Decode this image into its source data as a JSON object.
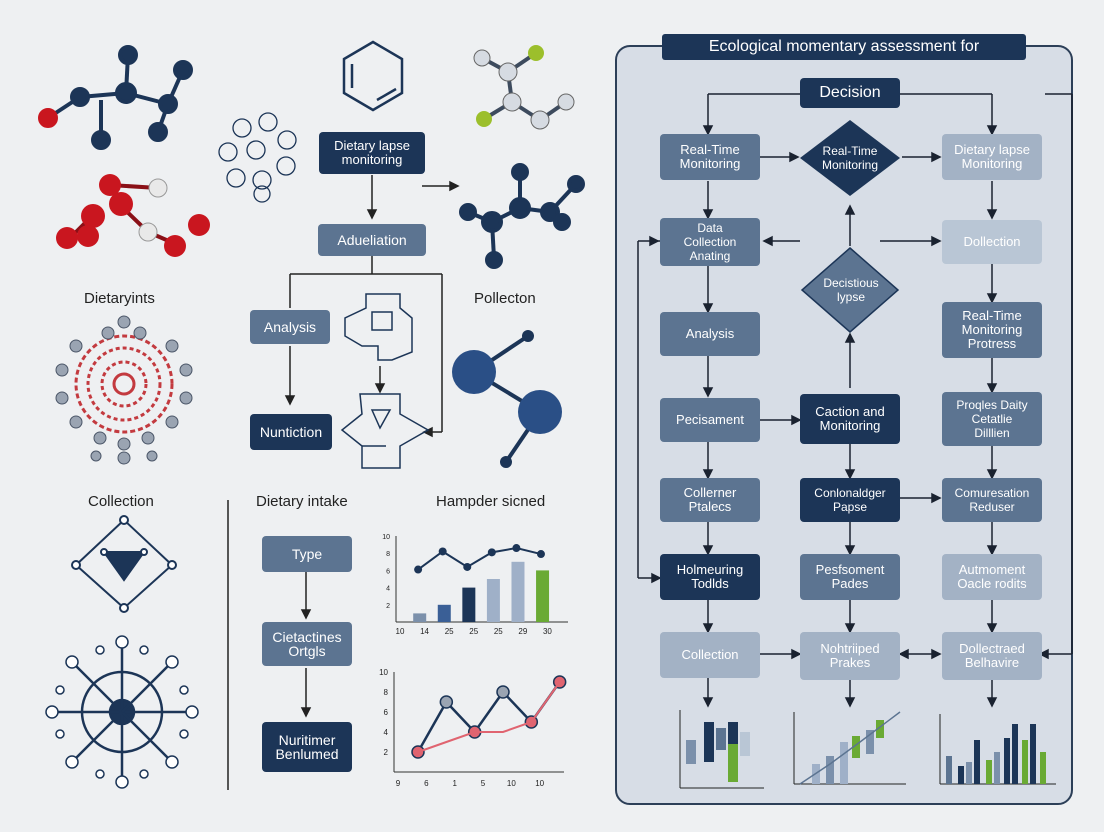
{
  "right_panel": {
    "title": "Ecological momentary assessment for",
    "decision": "Decision",
    "row1": {
      "left": "Real-Time\nMonitoring",
      "center": "Real-Time\nMonitoring",
      "right": "Dietary lapse\nMonitoring"
    },
    "row2": {
      "left": "Data\nCollection\nAnating",
      "right": "Dollection"
    },
    "diamond2": "Decistious\nlypse",
    "row3": {
      "left": "Analysis",
      "right": "Real-Time\nMonitoring\nProtress"
    },
    "row4": {
      "left": "Pecisament",
      "center": "Caction and\nMonitoring",
      "right": "Proqles Daity\nCetatlie\nDilllien"
    },
    "row5": {
      "left": "Collerner\nPtalecs",
      "center": "Conlonaldger\nPapse",
      "right": "Comuresation\nReduser"
    },
    "row6": {
      "left": "Holmeuring\nTodlds",
      "center": "Pesfsoment\nPades",
      "right": "Autmoment\nOacle rodits"
    },
    "row7": {
      "left": "Collection",
      "center": "Nohtriiped\nPrakes",
      "right": "Dollectraed\nBelhavire"
    }
  },
  "middle": {
    "top_box": "Dietary lapse\nmonitoring",
    "adu_box": "Adueliation",
    "analysis_box": "Analysis",
    "nutrition_box": "Nuntiction",
    "dietary_intake_label": "Dietary intake",
    "type_box": "Type",
    "cieta_box": "Cietactines\nOrtgls",
    "nuri_box": "Nuritimer\nBenlumed",
    "hampder_label": "Hampder sicned"
  },
  "left": {
    "dietary_label": "Dietaryints",
    "collection_label": "Collection",
    "pollecton_label": "Pollecton"
  },
  "chart_data": [
    {
      "type": "bar",
      "categories": [
        "10",
        "14",
        "25",
        "25",
        "25",
        "29",
        "30"
      ],
      "series": [
        {
          "values": [
            1,
            2,
            4,
            5,
            7,
            6
          ]
        }
      ],
      "line_overlay": [
        {
          "x": "14",
          "y": 6.1
        },
        {
          "x": "25",
          "y": 8.2
        },
        {
          "x": "25",
          "y": 6.4
        },
        {
          "x": "25",
          "y": 8.1
        },
        {
          "x": "29",
          "y": 8.6
        },
        {
          "x": "30",
          "y": 7.9
        }
      ],
      "ytick_labels": [
        "10",
        "8",
        "6",
        "4",
        "2"
      ],
      "colors": [
        "#7b90ab",
        "#3a5f96",
        "#1c3557",
        "#9fb0c8",
        "#9fb0c8",
        "#6aaa34"
      ]
    },
    {
      "type": "line",
      "x": [
        "9",
        "6",
        "1",
        "5",
        "10",
        "10"
      ],
      "series": [
        {
          "values": [
            2,
            7,
            4,
            8,
            5,
            9
          ]
        },
        {
          "values": [
            2,
            3,
            4,
            4,
            5,
            9
          ]
        }
      ],
      "ytick_labels": [
        "10",
        "8",
        "6",
        "4",
        "2"
      ],
      "colors": [
        "#1c3557",
        "#e06470"
      ]
    }
  ]
}
